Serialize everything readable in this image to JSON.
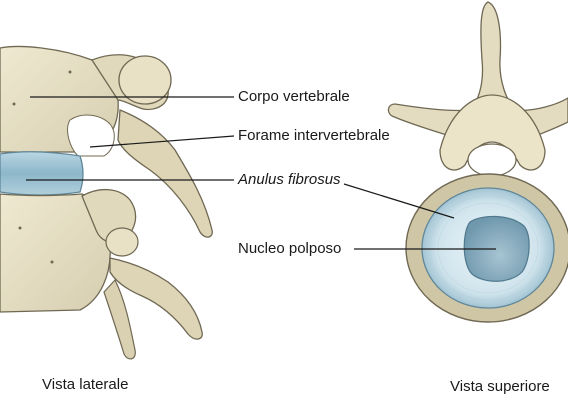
{
  "labels": {
    "corpo_vertebrale": "Corpo vertebrale",
    "forame_intervertebrale": "Forame intervertebrale",
    "anulus_fibrosus": "Anulus fibrosus",
    "nucleo_polposo": "Nucleo polposo"
  },
  "captions": {
    "lateral": "Vista laterale",
    "superior": "Vista superiore"
  },
  "colors": {
    "bone": "#e6dfc3",
    "bone_shadow": "#b9b093",
    "bone_outline": "#6f6853",
    "disc_blue": "#9ec3d3",
    "nucleus_blue": "#7fa7bb",
    "leader_line": "#1a1a1a"
  }
}
